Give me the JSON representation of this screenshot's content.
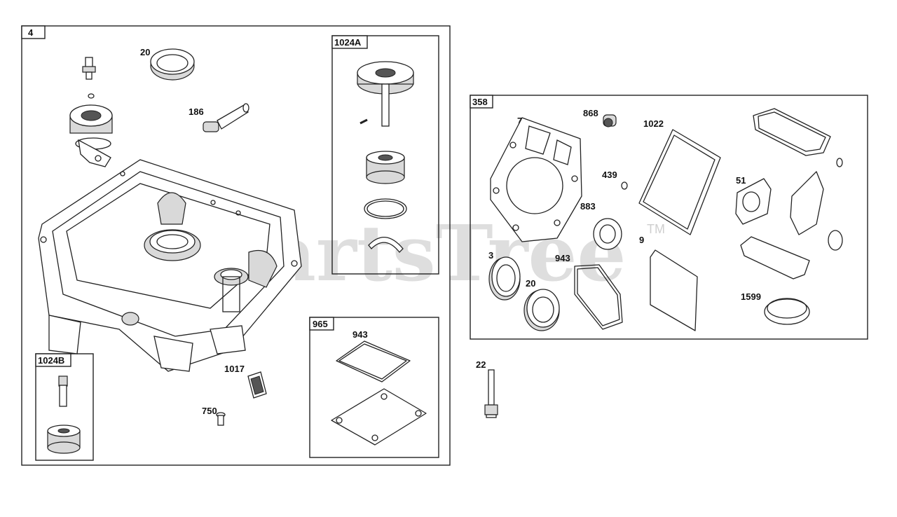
{
  "watermark": {
    "text": "PartsTree",
    "trademark": "TM"
  },
  "groups": {
    "main": "4",
    "pump_assy_a": "1024A",
    "pump_assy_b": "1024B",
    "cover_kit": "965",
    "gasket_set": "358"
  },
  "callouts": {
    "seal_20_top": "20",
    "dipstick_186": "186",
    "pin_1017": "1017",
    "screw_750": "750",
    "gasket_943_kit": "943",
    "gasket_7": "7",
    "plug_868": "868",
    "gasket_1022": "1022",
    "oring_439": "439",
    "gasket_51": "51",
    "gasket_883": "883",
    "gasket_9": "9",
    "seal_3": "3",
    "gasket_943": "943",
    "seal_20": "20",
    "ring_1599": "1599",
    "bolt_22": "22"
  }
}
